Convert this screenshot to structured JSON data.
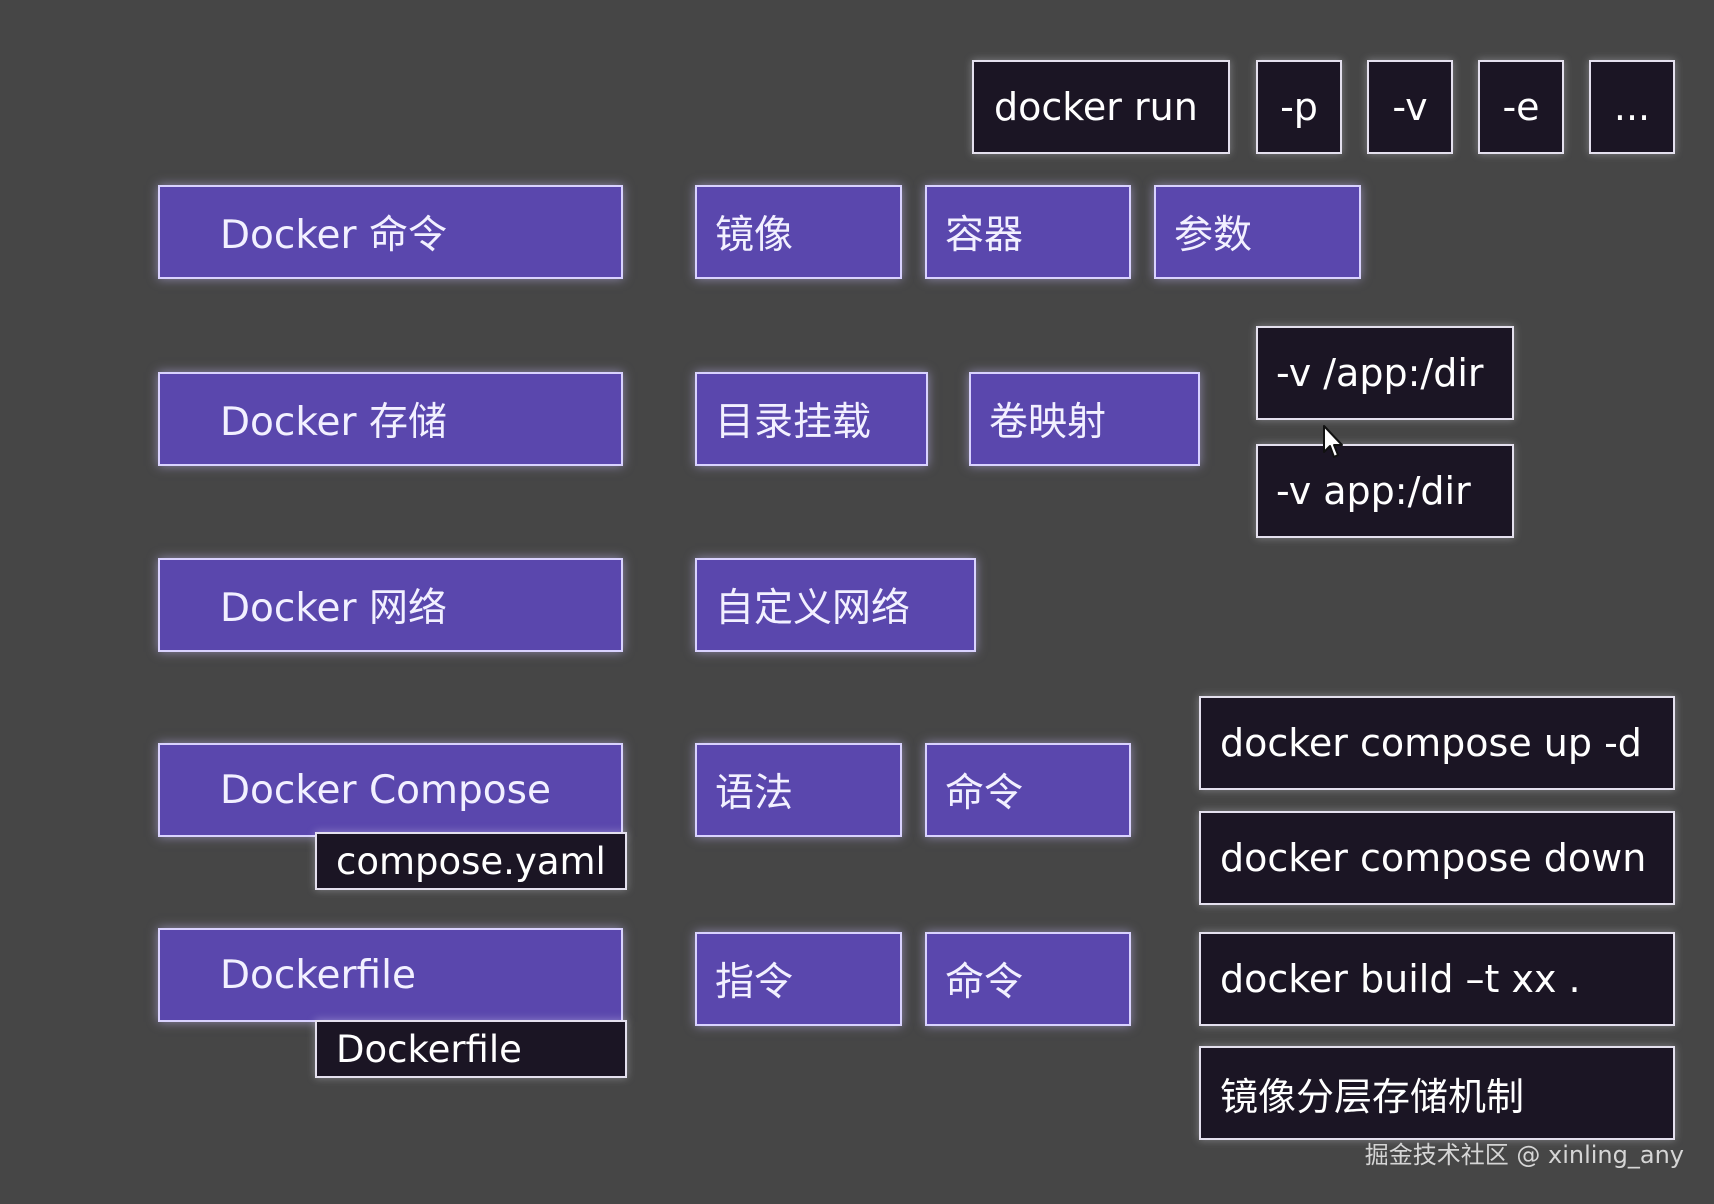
{
  "docker_run": {
    "command": "docker run",
    "flags": [
      "-p",
      "-v",
      "-e",
      "..."
    ]
  },
  "rows": [
    {
      "title": "Docker 命令",
      "chips": [
        "镜像",
        "容器",
        "参数"
      ]
    },
    {
      "title": "Docker 存储",
      "chips": [
        "目录挂载",
        "卷映射"
      ],
      "volume_examples": [
        "-v /app:/dir",
        "-v app:/dir"
      ]
    },
    {
      "title": "Docker 网络",
      "chips": [
        "自定义网络"
      ]
    },
    {
      "title": "Docker Compose",
      "file_tag": "compose.yaml",
      "chips": [
        "语法",
        "命令"
      ]
    },
    {
      "title": "Dockerfile",
      "file_tag": "Dockerfile",
      "chips": [
        "指令",
        "命令"
      ]
    }
  ],
  "commands": [
    "docker compose up -d",
    "docker compose down",
    "docker build –t xx .",
    "镜像分层存储机制"
  ],
  "watermark": "掘金技术社区 @ xinling_any",
  "colors": {
    "background": "#464646",
    "purple_box": "#5a47ad",
    "dark_box": "#1b1524",
    "border": "#d9d2ff"
  }
}
